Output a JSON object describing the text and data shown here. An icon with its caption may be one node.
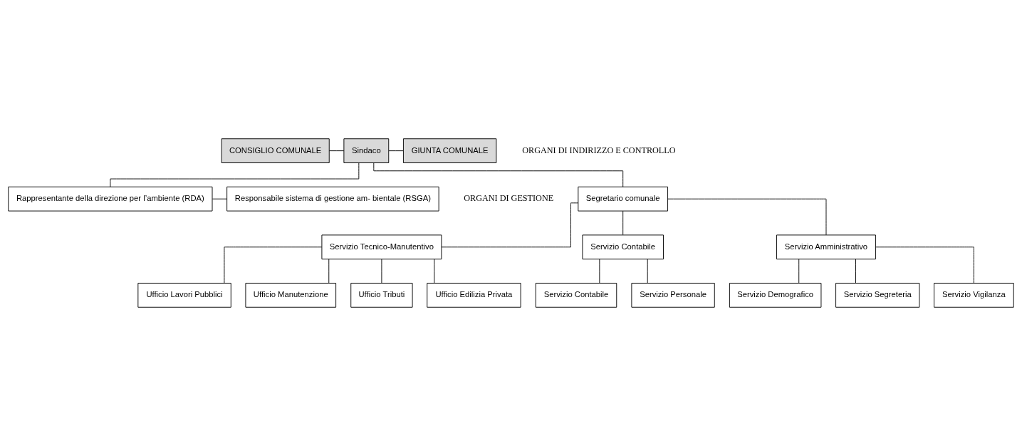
{
  "diagram": {
    "nodes": [
      {
        "text": [
          "CONSIGLIO COMUNALE"
        ]
      },
      {
        "text": [
          "Sindaco"
        ]
      },
      {
        "text": [
          "GIUNTA COMUNALE"
        ]
      },
      {
        "text": [
          "Segretario comunale"
        ]
      },
      {
        "text": [
          "Rappresentante della direzione per l’ambiente (RDA)"
        ]
      },
      {
        "text": [
          "Responsabile sistema di gestione am- bientale (RSGA)"
        ]
      },
      {
        "text": [
          "Servizio Tecnico-Manutentivo"
        ]
      },
      {
        "text": [
          "Servizio Contabile"
        ]
      },
      {
        "text": [
          "Servizio Amministrativo"
        ]
      },
      {
        "text": [
          "Ufficio Lavori Pubblici"
        ]
      },
      {
        "text": [
          "Ufficio Manutenzione"
        ]
      },
      {
        "text": [
          "Ufficio Tributi"
        ]
      },
      {
        "text": [
          "Ufficio Edilizia Privata"
        ]
      },
      {
        "text": [
          "Servizio Contabile"
        ]
      },
      {
        "text": [
          "Servizio Personale"
        ]
      },
      {
        "text": [
          "Servizio Demografico"
        ]
      },
      {
        "text": [
          "Servizio Segreteria"
        ]
      },
      {
        "text": [
          "Servizio Vigilanza"
        ]
      }
    ],
    "edges": [
      {
        "from": 0,
        "to": 1,
        "arrow": "none"
      },
      {
        "from": 1,
        "to": 2,
        "arrow": "none"
      },
      {
        "from": 1,
        "to": 3,
        "arrow": "none"
      },
      {
        "from": 1,
        "to": 4,
        "arrow": "none"
      },
      {
        "from": 4,
        "to": 5,
        "arrow": "none"
      },
      {
        "from": 3,
        "to": 6,
        "arrow": "none"
      },
      {
        "from": 3,
        "to": 7,
        "arrow": "none"
      },
      {
        "from": 3,
        "to": 8,
        "arrow": "none"
      },
      {
        "from": 6,
        "to": 9,
        "arrow": "none"
      },
      {
        "from": 6,
        "to": 10,
        "arrow": "none"
      },
      {
        "from": 6,
        "to": 11,
        "arrow": "none"
      },
      {
        "from": 6,
        "to": 12,
        "arrow": "none"
      },
      {
        "from": 7,
        "to": 13,
        "arrow": "none"
      },
      {
        "from": 7,
        "to": 14,
        "arrow": "none"
      },
      {
        "from": 8,
        "to": 15,
        "arrow": "none"
      },
      {
        "from": 8,
        "to": 16,
        "arrow": "none"
      },
      {
        "from": 8,
        "to": 17,
        "arrow": "none"
      }
    ],
    "labels": [
      "ORGANI DI INDIRIZZO E CONTROLLO",
      "ORGANI DI GESTIONE"
    ]
  }
}
